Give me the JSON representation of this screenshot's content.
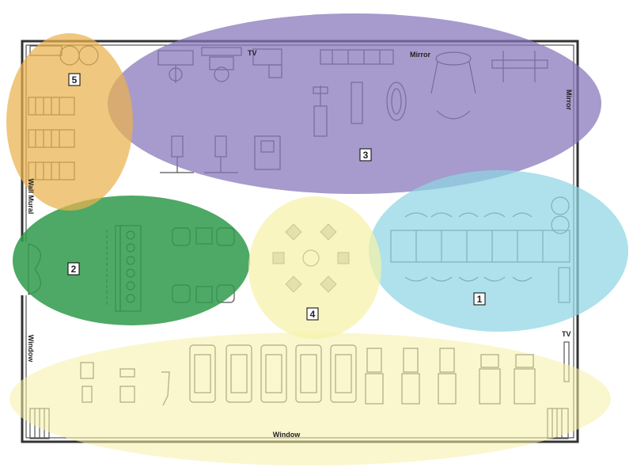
{
  "labels": {
    "tv_top": "TV",
    "mirror_top": "Mirror",
    "mirror_right": "Mirror",
    "wall_mural": "Wall Mural",
    "window_left": "Window",
    "window_bottom": "Window",
    "tv_right": "TV"
  },
  "zones": [
    {
      "number": "1",
      "color": "#8fd6e3"
    },
    {
      "number": "2",
      "color": "#2e9a4a"
    },
    {
      "number": "3",
      "color": "#8374b8"
    },
    {
      "number": "4",
      "color": "#f5f1a8"
    },
    {
      "number": "5",
      "color": "#eab14e"
    }
  ],
  "colors": {
    "wall": "#333333",
    "equipment": "#555555",
    "background": "#ffffff"
  }
}
